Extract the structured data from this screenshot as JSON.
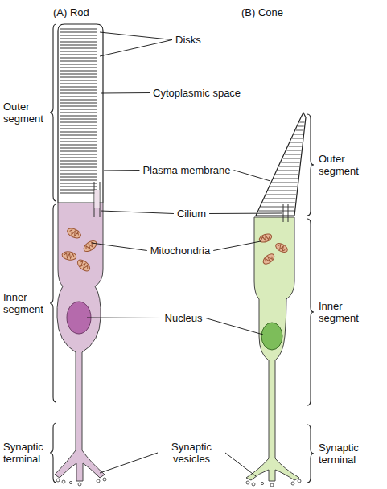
{
  "diagram": {
    "labels": [
      "(A) Rod",
      "(B) Cone",
      "Disks",
      "Outer segment",
      "Cytoplasmic space",
      "Outer segment",
      "Plasma membrane",
      "Cilium",
      "Mitochondria",
      "Inner segment",
      "Nucleus",
      "Inner segment",
      "Synaptic terminal",
      "Synaptic vesicles",
      "Synaptic terminal"
    ]
  }
}
